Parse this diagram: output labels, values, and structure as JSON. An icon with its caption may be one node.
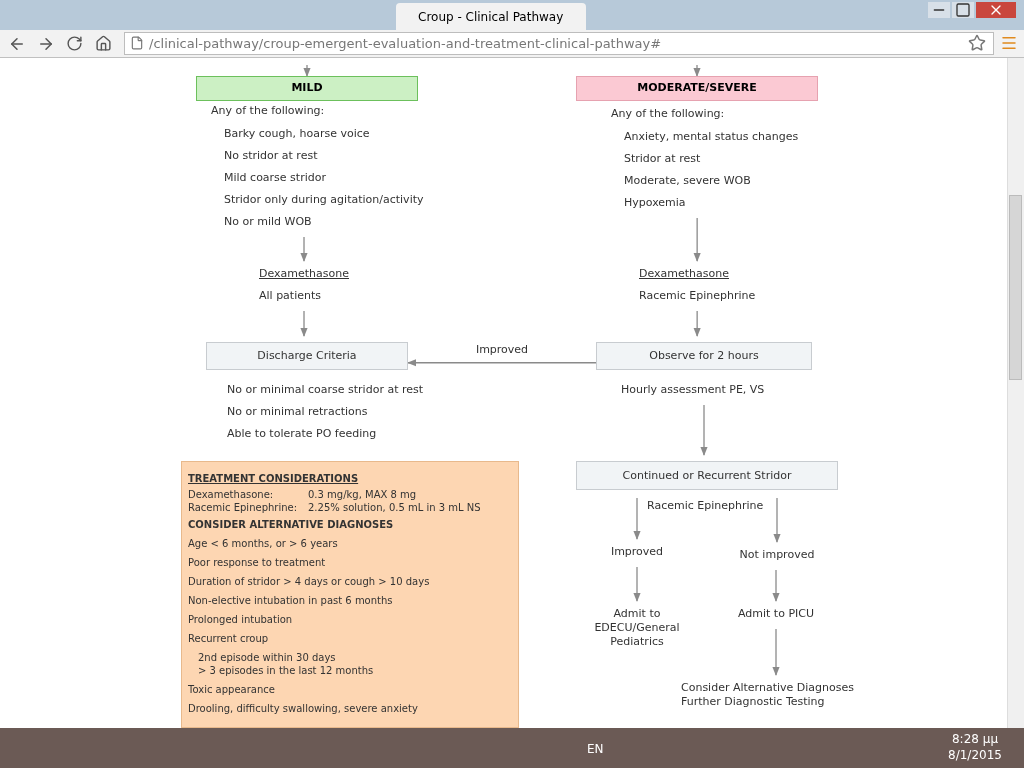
{
  "diagram": {
    "nodes": [
      {
        "text": [
          "MILD"
        ]
      },
      {
        "text": [
          "MODERATE/SEVERE"
        ]
      },
      {
        "text": [
          "Any of the following:",
          "Barky cough, hoarse voice",
          "No stridor at rest",
          "Mild coarse stridor",
          "Stridor only during agitation/activity",
          "No or mild WOB"
        ]
      },
      {
        "text": [
          "Any of the following:",
          "Anxiety, mental status changes",
          "Stridor at rest",
          "Moderate, severe WOB",
          "Hypoxemia"
        ]
      },
      {
        "text": [
          "Dexamethasone",
          "All patients"
        ]
      },
      {
        "text": [
          "Dexamethasone",
          "Racemic Epinephrine"
        ]
      },
      {
        "text": [
          "Discharge Criteria"
        ],
        "beside": [
          "No or minimal coarse stridor at rest",
          "No or minimal retractions",
          "Able to tolerate PO feeding"
        ]
      },
      {
        "text": [
          "Observe for 2 hours"
        ],
        "beside": [
          "Hourly assessment PE, VS"
        ]
      },
      {
        "text": [
          "TREATMENT CONSIDERATIONS",
          "Dexamethasone:",
          "0.3 mg/kg, MAX 8 mg",
          "Racemic Epinephrine:",
          "2.25% solution, 0.5 mL in 3 mL NS",
          "CONSIDER ALTERNATIVE DIAGNOSES",
          "Age < 6 months, or > 6 years",
          "Poor response to treatment",
          "Duration of stridor > 4 days or cough > 10 days",
          "Non-elective intubation in past 6 months",
          "Prolonged intubation",
          "Recurrent croup",
          "2nd episode within 30 days",
          "> 3 episodes in the last 12 months",
          "Toxic appearance",
          "Drooling, difficulty swallowing, severe anxiety"
        ]
      },
      {
        "text": [
          "Continued or Recurrent Stridor"
        ],
        "beside": [
          "Racemic Epinephrine"
        ]
      },
      {
        "text": [
          "Improved"
        ]
      },
      {
        "text": [
          "Not improved"
        ]
      },
      {
        "text": [
          "Admit to EDECU/General Pediatrics"
        ]
      },
      {
        "text": [
          "Admit to PICU"
        ]
      },
      {
        "text": [
          "Consider Alternative Diagnoses",
          "Further Diagnostic Testing"
        ]
      }
    ],
    "edges": [
      {
        "from": null,
        "to": 0,
        "arrow": "to"
      },
      {
        "from": null,
        "to": 1,
        "arrow": "to"
      },
      {
        "from": 2,
        "to": 4,
        "arrow": "to"
      },
      {
        "from": 3,
        "to": 5,
        "arrow": "to"
      },
      {
        "from": 4,
        "to": 6,
        "arrow": "to"
      },
      {
        "from": 5,
        "to": 7,
        "arrow": "to"
      },
      {
        "from": 7,
        "to": 6,
        "arrow": "to",
        "label": "Improved"
      },
      {
        "from": 7,
        "to": 9,
        "arrow": "to"
      },
      {
        "from": 9,
        "to": 10,
        "arrow": "to"
      },
      {
        "from": 9,
        "to": 11,
        "arrow": "to"
      },
      {
        "from": 10,
        "to": 12,
        "arrow": "to"
      },
      {
        "from": 11,
        "to": 13,
        "arrow": "to"
      },
      {
        "from": 13,
        "to": 14,
        "arrow": "to"
      }
    ],
    "labels": [
      "Croup - Clinical Pathway",
      "/clinical-pathway/croup-emergent-evaluation-and-treatment-clinical-pathway#",
      "EN",
      "8:28 μμ",
      "8/1/2015"
    ]
  }
}
